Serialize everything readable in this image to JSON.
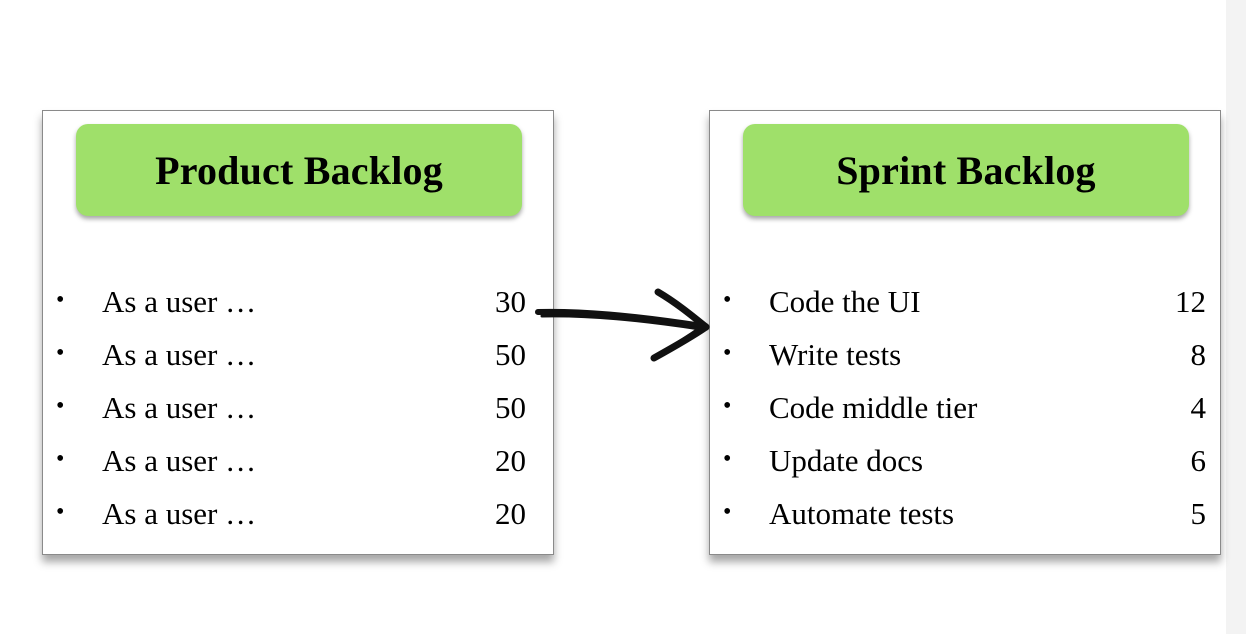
{
  "colors": {
    "header_fill": "#9fe06a",
    "arrow": "#111111"
  },
  "product_backlog": {
    "title": "Product Backlog",
    "items": [
      {
        "label": "As a user …",
        "points": "30"
      },
      {
        "label": "As a user …",
        "points": "50"
      },
      {
        "label": "As a user …",
        "points": "50"
      },
      {
        "label": "As a user …",
        "points": "20"
      },
      {
        "label": "As a user …",
        "points": "20"
      }
    ]
  },
  "sprint_backlog": {
    "title": "Sprint Backlog",
    "items": [
      {
        "label": "Code the UI",
        "points": "12"
      },
      {
        "label": "Write tests",
        "points": "8"
      },
      {
        "label": "Code middle tier",
        "points": "4"
      },
      {
        "label": "Update docs",
        "points": "6"
      },
      {
        "label": "Automate tests",
        "points": "5"
      }
    ]
  },
  "connector": {
    "icon": "hand-drawn-arrow-icon"
  }
}
